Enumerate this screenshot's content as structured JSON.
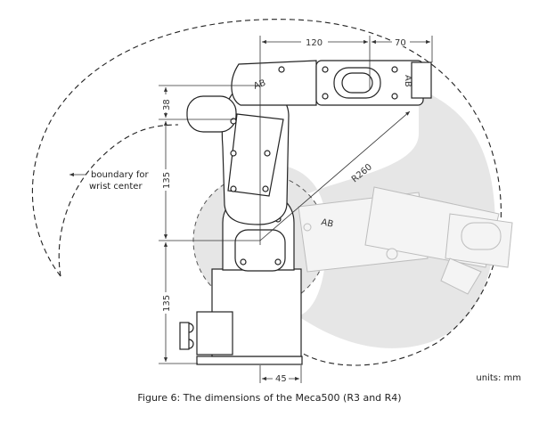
{
  "dimensions": {
    "top_length": "120",
    "top_offset": "70",
    "radius": "R260",
    "vertical_top": "38",
    "vertical_mid": "135",
    "vertical_bottom": "135",
    "base_offset": "45"
  },
  "annotations": {
    "boundary_line1": "boundary for",
    "boundary_line2": "wrist center",
    "units": "units: mm",
    "arm_label": "AB",
    "link_label": "AB",
    "base_label": "AB",
    "ghost_label": "AB"
  },
  "caption": "Figure 6: The dimensions of the Meca500 (R3 and R4)",
  "colors": {
    "workspace_fill": "#e6e6e6",
    "outline": "#222222",
    "ghost_outline": "#bdbdbd"
  }
}
